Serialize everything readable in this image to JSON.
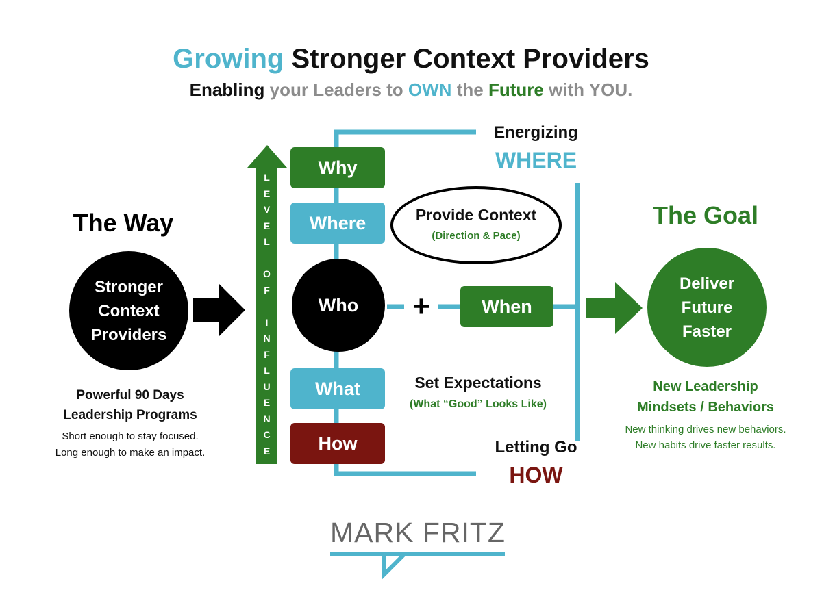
{
  "colors": {
    "blue": "#4FB4CC",
    "green": "#2E7D27",
    "dark_red": "#7A1510",
    "black": "#000000",
    "gray": "#8C8C8C",
    "logo_gray": "#666666"
  },
  "title": {
    "part1": "Growing",
    "part2": "Stronger Context Providers"
  },
  "subtitle": {
    "w1": "Enabling",
    "w2": "your Leaders to",
    "w3": "OWN",
    "w4": "the",
    "w5": "Future",
    "w6": "with YOU."
  },
  "left": {
    "heading": "The Way",
    "circle_text": "Stronger Context Providers",
    "program_line1": "Powerful 90 Days",
    "program_line2": "Leadership Programs",
    "desc_line1": "Short enough to stay focused.",
    "desc_line2": "Long enough to make an impact."
  },
  "influence_arrow": {
    "letters": [
      "L",
      "E",
      "V",
      "E",
      "L",
      "",
      "O",
      "F",
      "",
      "I",
      "N",
      "F",
      "L",
      "U",
      "E",
      "N",
      "C",
      "E"
    ]
  },
  "center": {
    "why": "Why",
    "where": "Where",
    "who": "Who",
    "plus": "+",
    "when": "When",
    "what": "What",
    "how": "How",
    "provide_context": "Provide Context",
    "direction_pace": "(Direction & Pace)",
    "set_expectations": "Set Expectations",
    "good_looks_like": "(What “Good” Looks Like)",
    "energizing": "Energizing",
    "where_caps": "WHERE",
    "letting_go": "Letting Go",
    "how_caps": "HOW"
  },
  "right": {
    "heading": "The Goal",
    "circle_text": "Deliver Future Faster",
    "mindset_line1": "New Leadership",
    "mindset_line2": "Mindsets / Behaviors",
    "desc_line1": "New thinking drives new behaviors.",
    "desc_line2": "New habits drive faster results."
  },
  "logo": {
    "text": "MARK FRITZ"
  }
}
